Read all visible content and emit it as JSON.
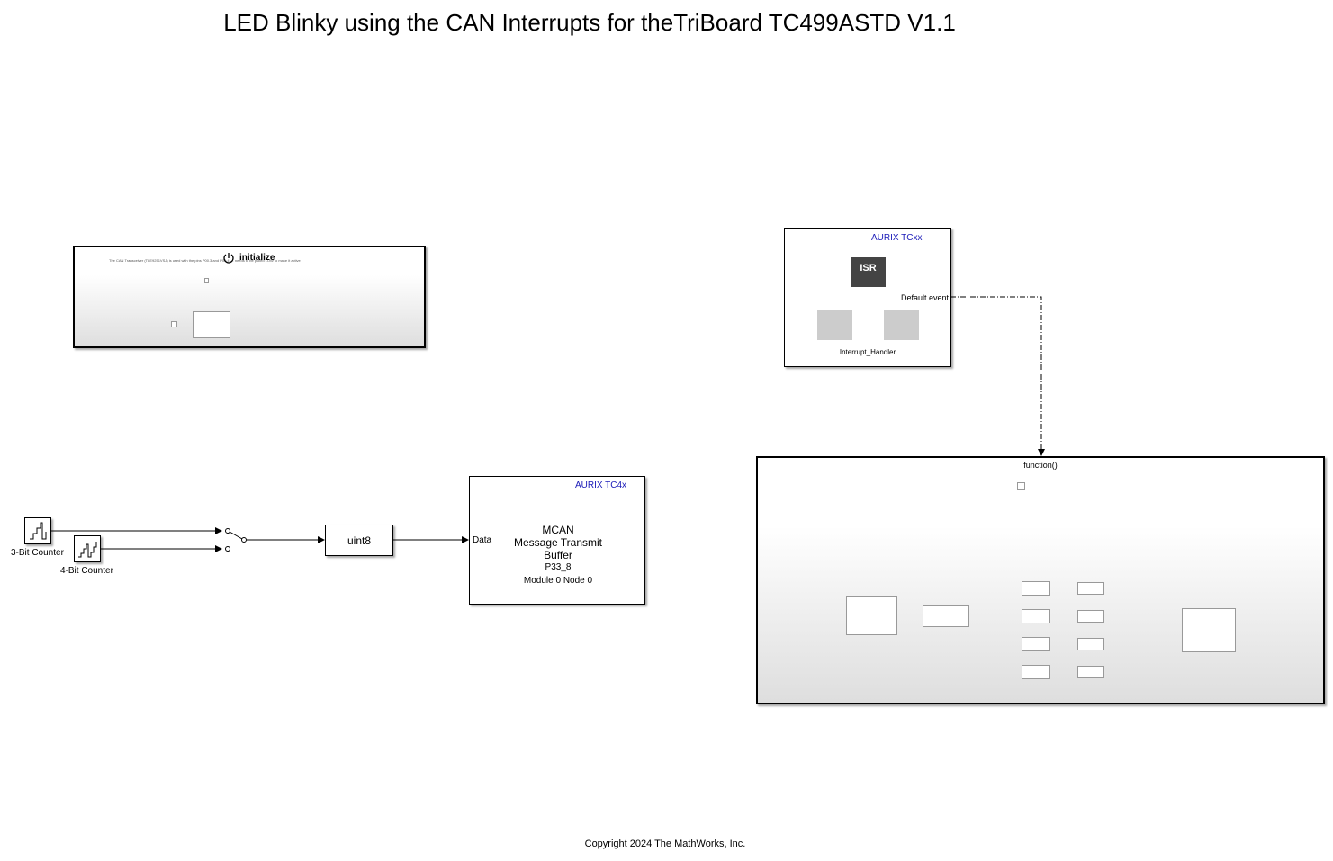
{
  "model": {
    "title": "LED Blinky using the CAN Interrupts for theTriBoard TC499ASTD V1.1",
    "copyright": "Copyright 2024 The MathWorks, Inc."
  },
  "initialize_subsystem": {
    "label": "initialize",
    "note": "The CAN Transceiver (TLE9251VSJ) is used with the pins P00.3 and P00.4 … needs to be pulled LOW to make it active"
  },
  "interrupt_block": {
    "platform": "AURIX TCxx",
    "isr_label": "ISR",
    "name": "Interrupt_Handler",
    "event_port": "Default event"
  },
  "counters": [
    {
      "name": "3-Bit Counter"
    },
    {
      "name": "4-Bit Counter"
    }
  ],
  "convert_block": {
    "label": "uint8"
  },
  "mcan_block": {
    "platform": "AURIX TC4x",
    "line1": "MCAN",
    "line2": "Message Transmit",
    "line3": "Buffer",
    "pin": "P33_8",
    "module": "Module 0 Node 0",
    "input_port": "Data"
  },
  "function_subsystem": {
    "trigger_label": "function()"
  },
  "colors": {
    "platform_text": "#1a1ab8",
    "isr_fill": "#444444",
    "placeholder_fill": "#cccccc"
  }
}
